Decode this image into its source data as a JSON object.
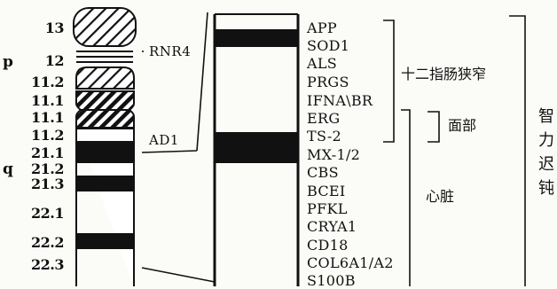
{
  "chromosome": {
    "arm_labels": [
      "p",
      "q"
    ],
    "band_labels": [
      "13",
      "12",
      "11.2",
      "11.1",
      "11.1",
      "11.2",
      "21.1",
      "21.2",
      "21.3",
      "22.1",
      "22.2",
      "22.3"
    ]
  },
  "side_labels": {
    "rnr4": "RNR4",
    "ad1": "AD1"
  },
  "genes": [
    "APP",
    "SOD1",
    "ALS",
    "PRGS",
    "IFNA\\BR",
    "ERG",
    "TS-2",
    "MX-1/2",
    "CBS",
    "BCEI",
    "PFKL",
    "CRYA1",
    "CD18",
    "COL6A1/A2",
    "S100B"
  ],
  "groups": {
    "duodenal": "十二指肠狭窄",
    "face": "面部",
    "heart": "心脏",
    "mental": "智力迟钝"
  }
}
